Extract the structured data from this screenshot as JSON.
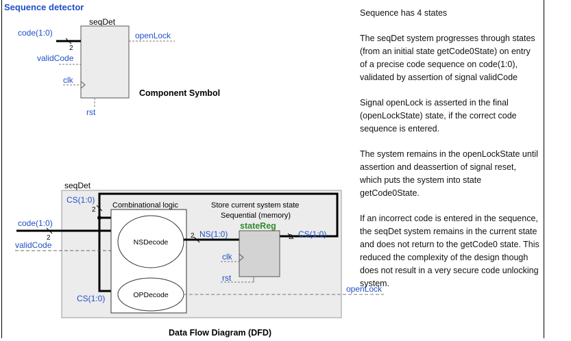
{
  "title": "Sequence detector",
  "symbol": {
    "block_name": "seqDet",
    "inputs": {
      "code": "code(1:0)",
      "code_width": "2",
      "valid": "validCode",
      "clk": "clk",
      "rst": "rst"
    },
    "output": "openLock",
    "caption": "Component Symbol"
  },
  "dfd": {
    "block_name": "seqDet",
    "cs_top": "CS(1:0)",
    "cs_top_width": "2",
    "code_in": "code(1:0)",
    "code_in_width": "2",
    "valid_in": "validCode",
    "comb_label": "Combinational logic",
    "seq_label_1": "Store current system state",
    "seq_label_2": "Sequential (memory)",
    "ns_decode": "NSDecode",
    "op_decode": "OPDecode",
    "ns_bus_width": "2",
    "ns_label": "NS(1:0)",
    "state_reg": "stateReg",
    "clk": "clk",
    "rst": "rst",
    "cs_out_width": "2",
    "cs_out": "CS(1:0)",
    "cs_bottom": "CS(1:0)",
    "open_lock": "openLock",
    "caption": "Data Flow Diagram (DFD)"
  },
  "description": [
    "Sequence has 4 states",
    "The seqDet system progresses through states (from an initial state getCode0State) on entry of a precise code sequence on code(1:0), validated by assertion of signal validCode",
    "Signal openLock is asserted in the final (openLockState) state, if the correct code sequence is entered.",
    "The system remains in the openLockState until assertion and deassertion of signal reset, which puts the system into state getCode0State.",
    "If an incorrect code is entered in the sequence, the seqDet system remains in the current state and does not return to the getCode0 state. This reduced the complexity of the design though does not result in a very secure code unlocking system."
  ],
  "colors": {
    "label_blue": "#1f4fc7",
    "state_reg_green": "#2e8b2e",
    "dfd_bg": "#ececec",
    "reg_fill": "#d3d3d3"
  }
}
